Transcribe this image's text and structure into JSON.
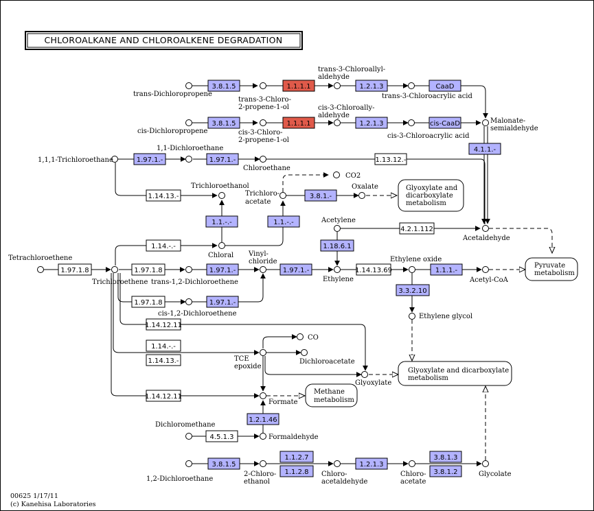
{
  "title": "CHLOROALKANE AND CHLOROALKENE DEGRADATION",
  "footer": {
    "line1": "00625 1/17/11",
    "line2": "(c) Kanehisa Laboratories"
  },
  "colors": {
    "enzyme_blue": "#b3b3ff",
    "enzyme_red": "#e05a4a",
    "ortholog_white": "#ffffff",
    "border": "#000000"
  },
  "compounds": {
    "trans_dichloropropene": "trans-Dichloropropene",
    "trans_chloropropenol_1": "trans-3-Chloro-",
    "trans_chloropropenol_2": "2-propene-1-ol",
    "trans_chloroallyl_1": "trans-3-Chloroallyl-",
    "trans_chloroallyl_2": "aldehyde",
    "trans_chloroacrylic": "trans-3-Chloroacrylic acid",
    "cis_dichloropropene": "cis-Dichloropropene",
    "cis_chloropropenol_1": "cis-3-Chloro-",
    "cis_chloropropenol_2": "2-propene-1-ol",
    "cis_chloroallyl_1": "cis-3-Chloroally-",
    "cis_chloroallyl_2": "aldehyde",
    "cis_chloroacrylic": "cis-3-Chloroacrylic acid",
    "malonate_1": "Malonate-",
    "malonate_2": "semialdehyde",
    "trichloroethane": "1,1,1-Trichloroethane",
    "dichloroethane11": "1,1-Dichloroethane",
    "chloroethane": "Chloroethane",
    "trichloroethanol": "Trichloroethanol",
    "co2": "CO2",
    "trichloroacetate_1": "Trichloro-",
    "trichloroacetate_2": "acetate",
    "oxalate": "Oxalate",
    "acetylene": "Acetylene",
    "acetaldehyde": "Acetaldehyde",
    "chloral": "Chloral",
    "vinylchloride_1": "Vinyl-",
    "vinylchloride_2": "chloride",
    "tetrachloroethene": "Tetrachloroethene",
    "trichloroethene": "Trichloroethene",
    "trans12dce": "trans-1,2-Dichloroethene",
    "ethylene": "Ethylene",
    "ethylene_oxide": "Ethylene oxide",
    "acetylcoa": "Acetyl-CoA",
    "cis12dce": "cis-1,2-Dichloroethene",
    "ethylene_glycol": "Ethylene glycol",
    "co": "CO",
    "tce_epoxide_1": "TCE",
    "tce_epoxide_2": "epoxide",
    "dichloroacetate": "Dichloroacetate",
    "glyoxylate": "Glyoxylate",
    "formate": "Formate",
    "dichloromethane": "Dichloromethane",
    "formaldehyde": "Formaldehyde",
    "dichloroethane12": "1,2-Dichloroethane",
    "chloroethanol_1": "2-Chloro-",
    "chloroethanol_2": "ethanol",
    "chloroacetaldehyde_1": "Chloro-",
    "chloroacetaldehyde_2": "acetaldehyde",
    "chloroacetate_1": "Chloro-",
    "chloroacetate_2": "acetate",
    "glycolate": "Glycolate"
  },
  "maps": {
    "glyoxylate_small_1": "Glyoxylate and",
    "glyoxylate_small_2": "dicarboxylate",
    "glyoxylate_small_3": "metabolism",
    "pyruvate_1": "Pyruvate",
    "pyruvate_2": "metabolism",
    "glyoxylate_big_1": "Glyoxylate and dicarboxylate",
    "glyoxylate_big_2": "metabolism",
    "methane_1": "Methane",
    "methane_2": "metabolism"
  },
  "enzymes": {
    "e3815_a": "3.8.1.5",
    "e1111_a": "1.1.1.1",
    "e1213_a": "1.2.1.3",
    "caad": "CaaD",
    "e3815_b": "3.8.1.5",
    "e1111_b": "1.1.1.1",
    "e1213_b": "1.2.1.3",
    "ciscaad": "cis-CaaD",
    "e411": "4.1.1.-",
    "e1971_a": "1.97.1.-",
    "e1971_b": "1.97.1.-",
    "e11312": "1.13.12.-",
    "e11413_a": "1.14.13.-",
    "e381": "3.8.1.-",
    "e11_a": "1.1.-.-",
    "e11_b": "1.1.-.-",
    "e421112": "4.2.1.112",
    "e11861": "1.18.6.1",
    "e114_a": "1.14.-.-",
    "e19718_a": "1.97.1.8",
    "e19718_b": "1.97.1.8",
    "e1971_c": "1.97.1.-",
    "e1971_d": "1.97.1.-",
    "e11413_69": "1.14.13.69",
    "e111": "1.1.1.-",
    "e19718_c": "1.97.1.8",
    "e1971_e": "1.97.1.-",
    "e33210": "3.3.2.10",
    "e1141211_a": "1.14.12.11",
    "e114_b": "1.14.-.-",
    "e11413_b": "1.14.13.-",
    "e1141211_b": "1.14.12.11",
    "e12146": "1.2.1.46",
    "e4513": "4.5.1.3",
    "e3815_c": "3.8.1.5",
    "e1127": "1.1.2.7",
    "e1128": "1.1.2.8",
    "e1213_c": "1.2.1.3",
    "e3813": "3.8.1.3",
    "e3812": "3.8.1.2"
  }
}
